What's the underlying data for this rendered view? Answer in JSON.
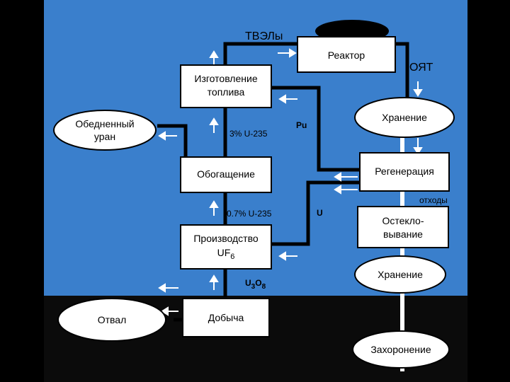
{
  "colors": {
    "background": "#3a7fcc",
    "ground": "#0b0b0b",
    "frame": "#000000",
    "box_fill": "#ffffff",
    "arrow": "#ffffff",
    "flow_line": "#000000"
  },
  "nodes": {
    "reactor": "Реактор",
    "fuel_fab_1": "Изготовление",
    "fuel_fab_2": "топлива",
    "depleted_1": "Обедненный",
    "depleted_2": "уран",
    "enrichment": "Обогащение",
    "uf6_1": "Производство",
    "uf6_2": "UF",
    "uf6_sub": "6",
    "storage_top": "Хранение",
    "reprocessing": "Регенерация",
    "vitrification_1": "Остекло-",
    "vitrification_2": "вывание",
    "storage_bottom": "Хранение",
    "disposal": "Захоронение",
    "tailings": "Отвал",
    "mining": "Добыча"
  },
  "labels": {
    "tvel": "ТВЭЛы",
    "snf": "ОЯТ",
    "pu": "Pu",
    "u": "U",
    "u235_3": "3% U-235",
    "u235_07": "0.7% U-235",
    "waste": "отходы",
    "u3o8_u": "U",
    "u3o8_sub1": "3",
    "u3o8_o": "O",
    "u3o8_sub2": "8"
  }
}
